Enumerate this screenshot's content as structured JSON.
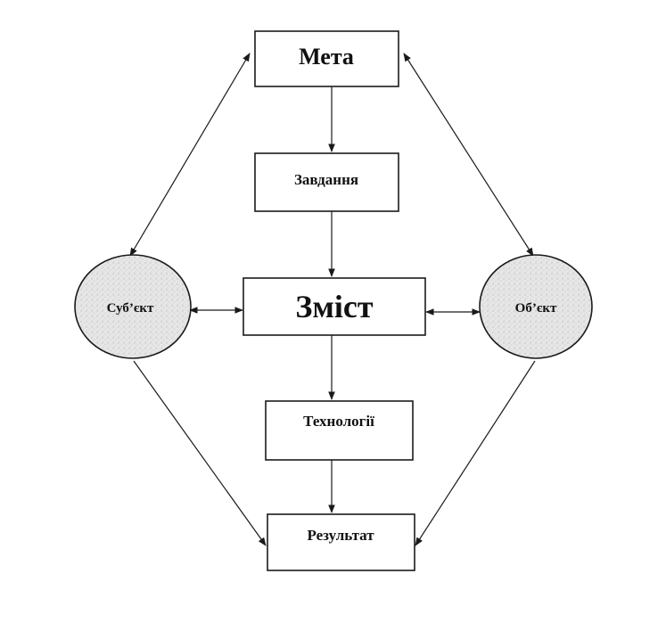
{
  "nodes": {
    "meta": {
      "label": "Мета"
    },
    "zavdannia": {
      "label": "Завдання"
    },
    "zmist": {
      "label": "Зміст"
    },
    "tekhnolohii": {
      "label": "Технології"
    },
    "rezultat": {
      "label": "Результат"
    },
    "subiekt": {
      "label": "Суб’єкт"
    },
    "obiekt": {
      "label": "Об’єкт"
    }
  },
  "edges": [
    {
      "from": "meta",
      "to": "zavdannia",
      "direction": "forward"
    },
    {
      "from": "zavdannia",
      "to": "zmist",
      "direction": "forward"
    },
    {
      "from": "zmist",
      "to": "tekhnolohii",
      "direction": "forward"
    },
    {
      "from": "tekhnolohii",
      "to": "rezultat",
      "direction": "forward"
    },
    {
      "from": "meta",
      "to": "subiekt",
      "direction": "both"
    },
    {
      "from": "meta",
      "to": "obiekt",
      "direction": "both"
    },
    {
      "from": "subiekt",
      "to": "zmist",
      "direction": "both"
    },
    {
      "from": "zmist",
      "to": "obiekt",
      "direction": "both"
    },
    {
      "from": "subiekt",
      "to": "rezultat",
      "direction": "forward"
    },
    {
      "from": "obiekt",
      "to": "rezultat",
      "direction": "forward"
    }
  ],
  "colors": {
    "line": "#1a1a1a",
    "circle_fill": "#e3e3e3"
  }
}
